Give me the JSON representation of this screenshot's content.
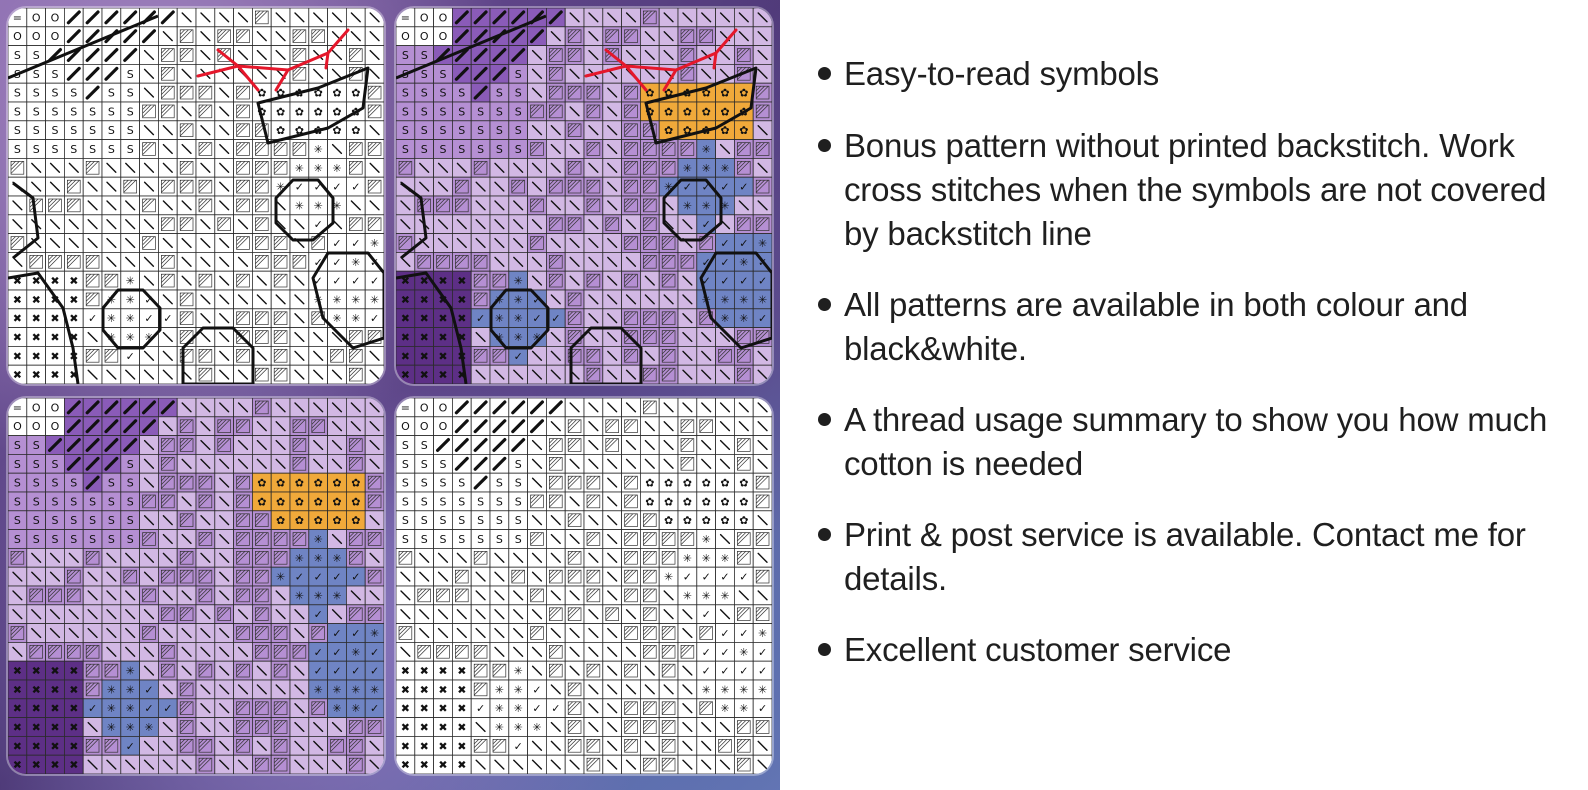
{
  "collage": {
    "tiles": [
      {
        "name": "bw-with-backstitch",
        "colour": false,
        "backstitch": true
      },
      {
        "name": "colour-with-backstitch",
        "colour": true,
        "backstitch": true
      },
      {
        "name": "colour-without-backstitch",
        "colour": true,
        "backstitch": false
      },
      {
        "name": "bw-without-backstitch",
        "colour": false,
        "backstitch": false
      }
    ],
    "symbols": [
      "S",
      "=",
      "O",
      "✿",
      "✓",
      "✳",
      "✖",
      "◪"
    ],
    "colors": {
      "light_purple": "#d2b8e4",
      "mid_purple": "#b58fd3",
      "dark_purple": "#8a5bb8",
      "deep_purple": "#5d2f86",
      "blue": "#6f84c4",
      "orange": "#f0a93a",
      "backstitch_red": "#e5172b",
      "grid_line": "#2b2b2b"
    }
  },
  "features": [
    "Easy-to-read symbols",
    "Bonus pattern without printed backstitch. Work cross stitches when the symbols are not covered by backstitch line",
    "All patterns are available in both colour and black&white.",
    "A thread usage summary to show you how much cotton is needed",
    "Print & post service is available. Contact me for details.",
    "Excellent customer service"
  ]
}
